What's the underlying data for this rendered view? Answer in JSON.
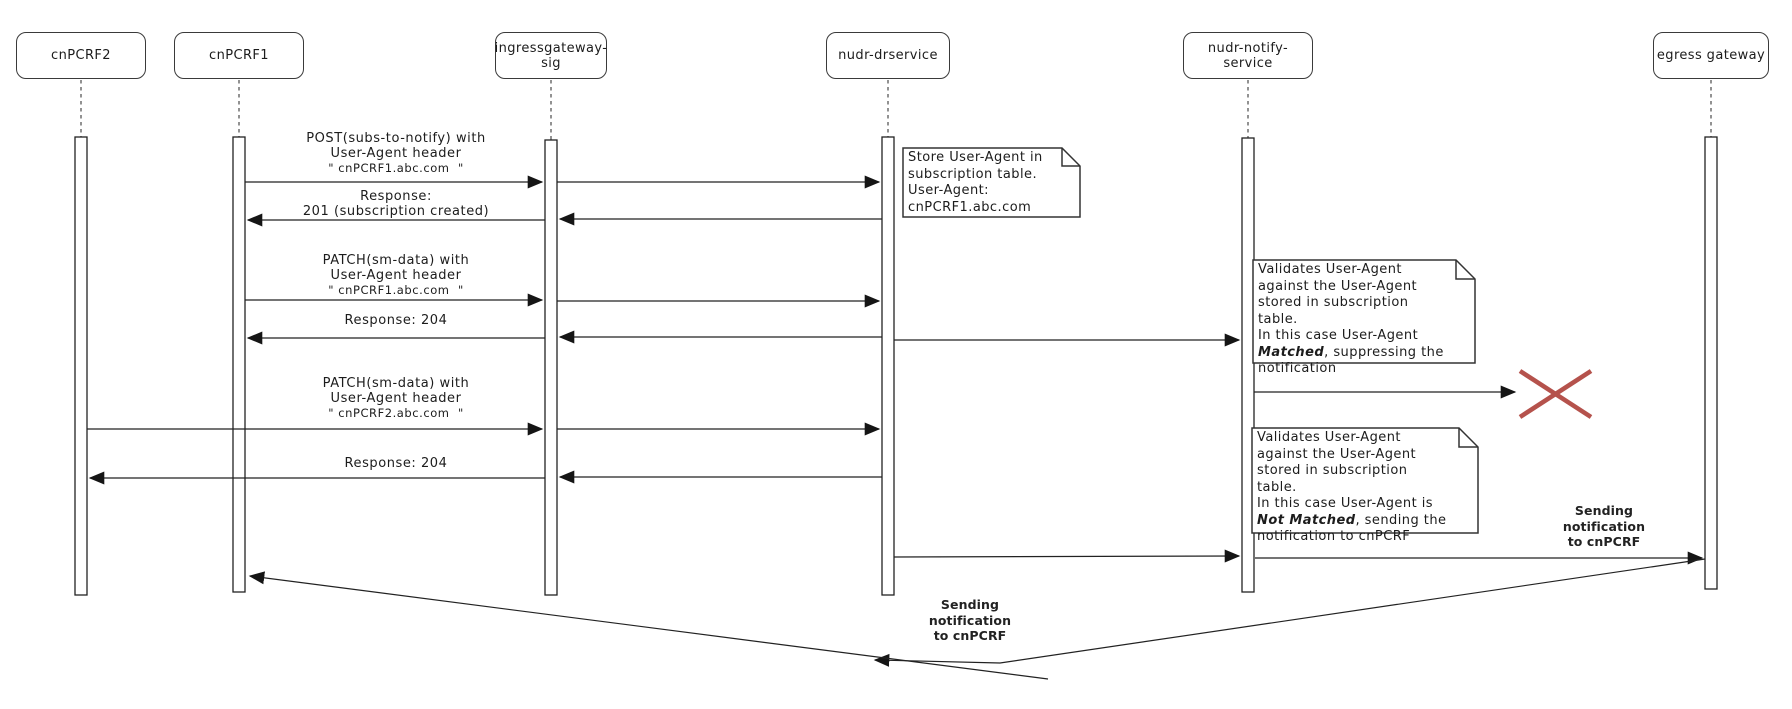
{
  "diagram": {
    "participants": [
      {
        "label": "cnPCRF2"
      },
      {
        "label": "cnPCRF1"
      },
      {
        "label": "ingressgateway-\nsig"
      },
      {
        "label": "nudr-drservice"
      },
      {
        "label": "nudr-notify-service"
      },
      {
        "label": "egress gateway"
      }
    ],
    "messages": {
      "post_subs": {
        "line1": "POST(subs-to-notify) with",
        "line2": "User-Agent header",
        "line3": "\" cnPCRF1.abc.com  \""
      },
      "resp_201": {
        "line1": "Response:",
        "line2": "201 (subscription created)"
      },
      "patch_1": {
        "line1": "PATCH(sm-data) with",
        "line2": "User-Agent header",
        "line3": "\" cnPCRF1.abc.com  \""
      },
      "resp_204_first": {
        "line1": "Response: 204"
      },
      "patch_2": {
        "line1": "PATCH(sm-data) with",
        "line2": "User-Agent header",
        "line3": "\" cnPCRF2.abc.com  \""
      },
      "resp_204_second": {
        "line1": "Response: 204"
      }
    },
    "notes": {
      "store": {
        "text": "Store User-Agent in\nsubscription table.\nUser-Agent:\ncnPCRF1.abc.com"
      },
      "matched": {
        "pre": "Validates User-Agent\nagainst the User-Agent\nstored in subscription\ntable.\nIn this case User-Agent\n",
        "emph": "Matched",
        "post": ", suppressing the\nnotification"
      },
      "not_matched": {
        "pre": "Validates User-Agent\nagainst the User-Agent\nstored in subscription\ntable.\nIn this case User-Agent is\n",
        "emph": "Not Matched",
        "post": ", sending the\nnotification to cnPCRF"
      }
    },
    "labels": {
      "sending_notification_right": "Sending\nnotification\nto cnPCRF",
      "sending_notification_bottom": "Sending\nnotification\nto cnPCRF"
    },
    "icons": {
      "suppressed_notification": "red-x-cross"
    },
    "colors": {
      "line": "#222222",
      "x_mark": "#b5524c",
      "note_border": "#333333",
      "background": "#ffffff"
    }
  }
}
